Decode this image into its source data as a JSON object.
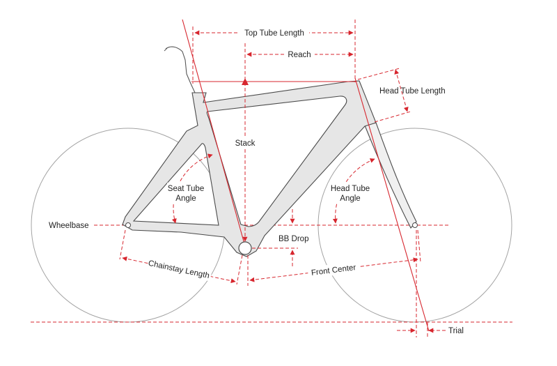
{
  "colors": {
    "accent": "#d7262e",
    "frame_fill": "#e6e6e6",
    "frame_stroke": "#4a4a4a",
    "wheel": "#9a9a9a",
    "background": "#ffffff"
  },
  "labels": {
    "top_tube_length": "Top Tube Length",
    "reach": "Reach",
    "head_tube_length": "Head Tube Length",
    "stack": "Stack",
    "seat_tube_angle_line1": "Seat Tube",
    "seat_tube_angle_line2": "Angle",
    "head_tube_angle_line1": "Head Tube",
    "head_tube_angle_line2": "Angle",
    "wheelbase": "Wheelbase",
    "bb_drop": "BB Drop",
    "chainstay_length": "Chainstay Length",
    "front_center": "Front Center",
    "trail": "Trial"
  }
}
